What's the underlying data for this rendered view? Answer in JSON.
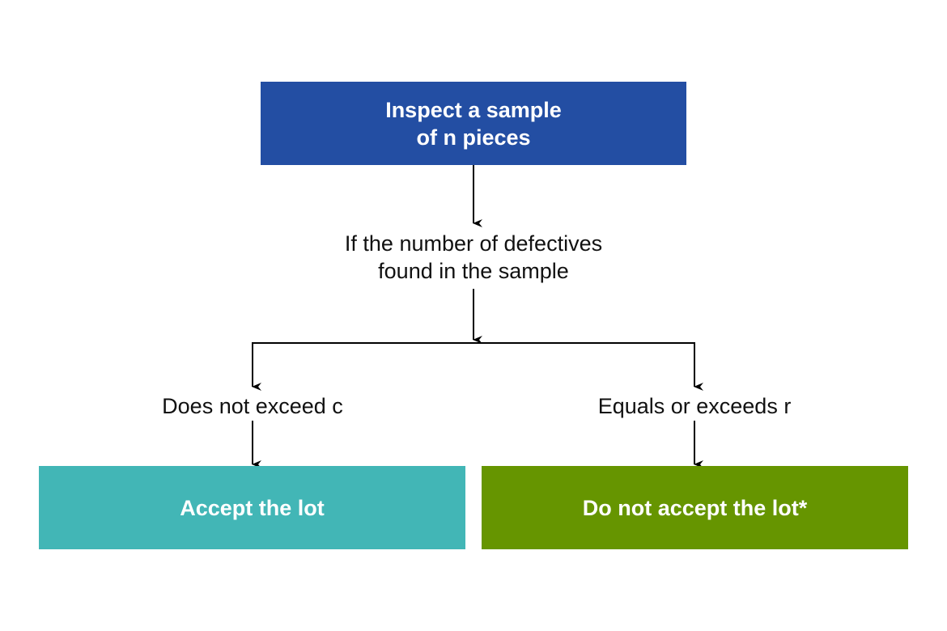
{
  "boxes": {
    "inspect": {
      "line1": "Inspect a sample",
      "line2": "of n pieces",
      "color": "#234EA3"
    },
    "accept": {
      "label": "Accept the lot",
      "color": "#42B6B6"
    },
    "reject": {
      "label": "Do not accept the lot*",
      "color": "#669500"
    }
  },
  "labels": {
    "question_line1": "If the number of defectives",
    "question_line2": "found in the sample",
    "left_branch": "Does not exceed c",
    "right_branch": "Equals or exceeds r"
  },
  "connector_color": "#000000"
}
